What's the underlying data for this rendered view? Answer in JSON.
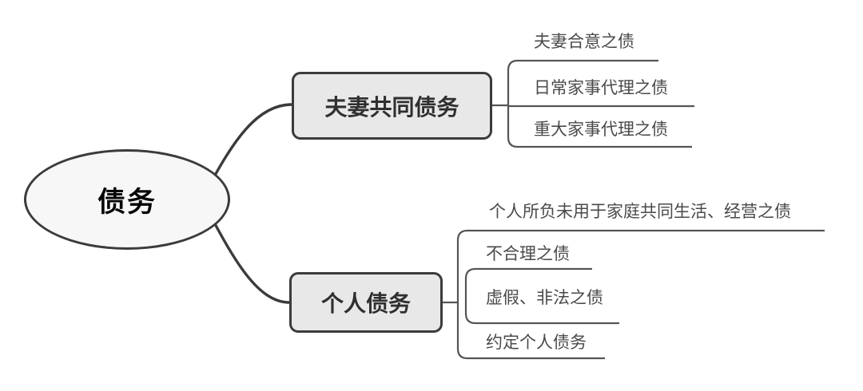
{
  "diagram": {
    "title": "债务",
    "type": "mindmap",
    "root": {
      "label": "债务",
      "shape": "ellipse"
    },
    "branches": [
      {
        "label": "夫妻共同债务",
        "shape": "rounded-rect",
        "leaves": [
          {
            "label": "夫妻合意之债"
          },
          {
            "label": "日常家事代理之债"
          },
          {
            "label": "重大家事代理之债"
          }
        ]
      },
      {
        "label": "个人债务",
        "shape": "rounded-rect",
        "leaves": [
          {
            "label": "个人所负未用于家庭共同生活、经营之债"
          },
          {
            "label": "不合理之债"
          },
          {
            "label": "虚假、非法之债"
          },
          {
            "label": "约定个人债务"
          }
        ]
      }
    ],
    "colors": {
      "background": "#ffffff",
      "stroke": "#3b3b3b",
      "leaf_stroke": "#555555",
      "root_fill": "#f7f7f7",
      "branch_fill": "#e8e8e8",
      "root_text": "#050505",
      "branch_text": "#2f2f2f",
      "leaf_text": "#4a4a4a"
    }
  }
}
